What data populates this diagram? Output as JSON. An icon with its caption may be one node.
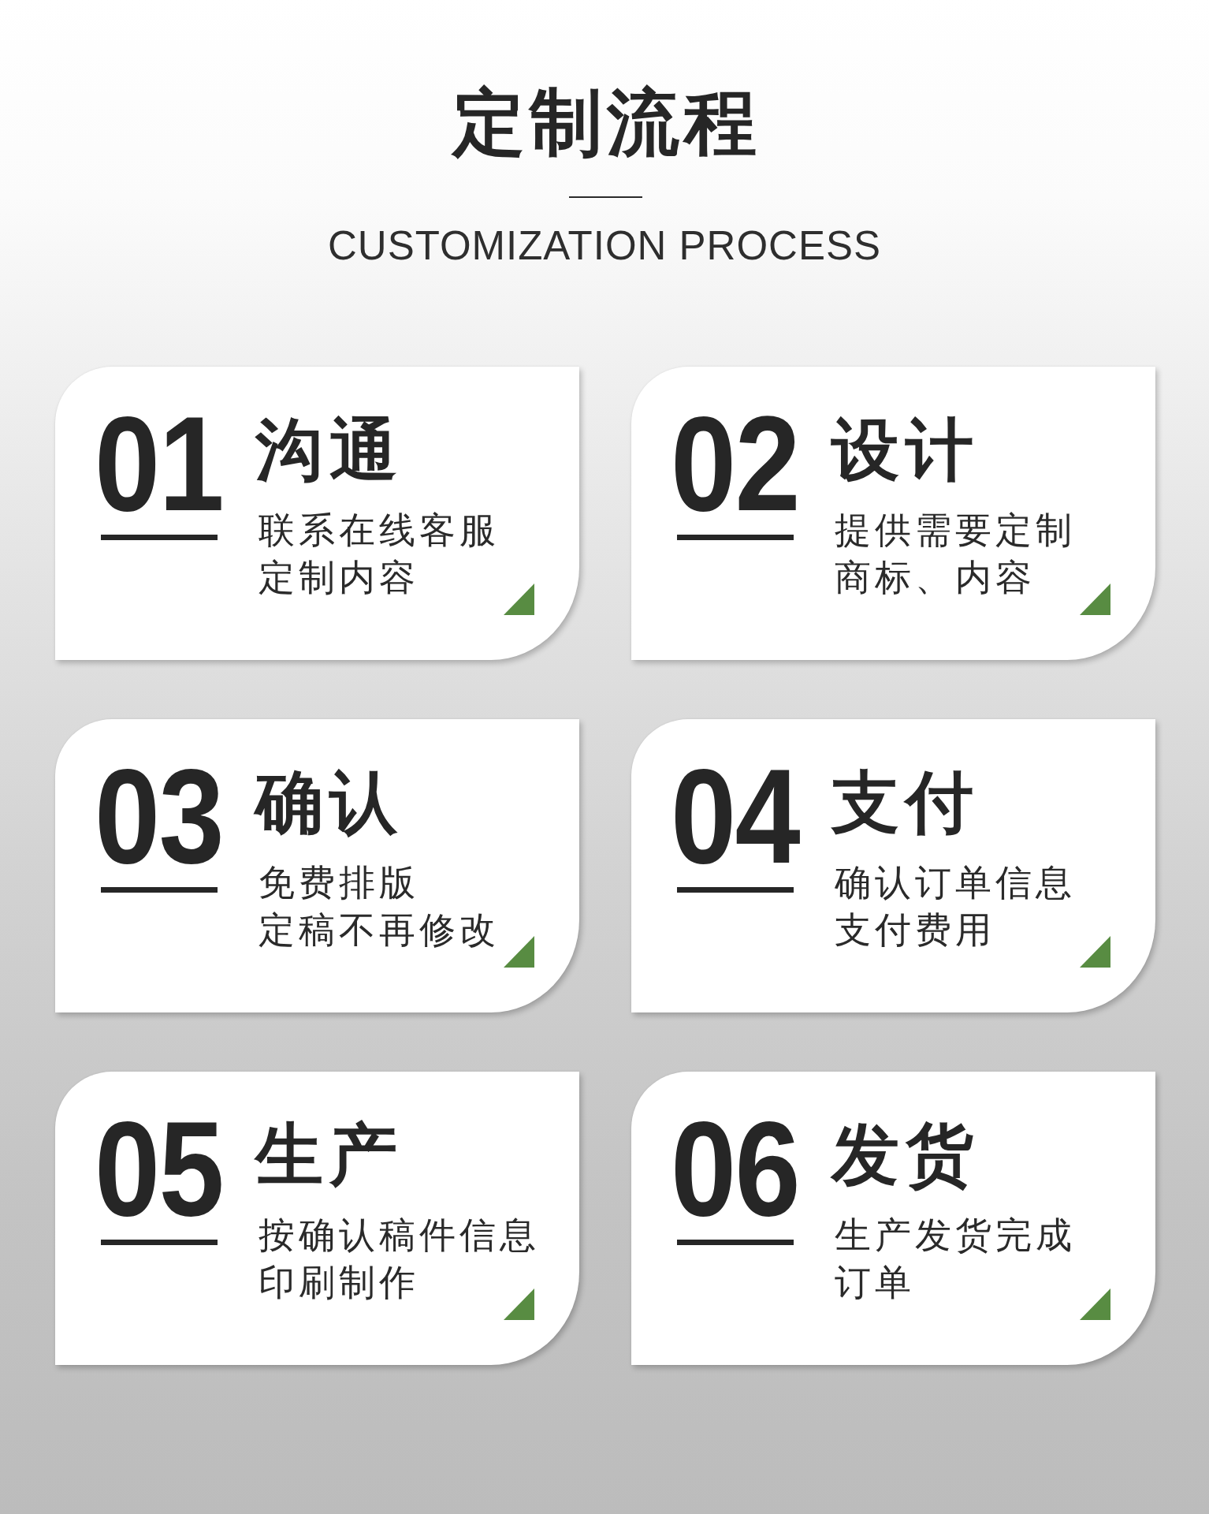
{
  "diagram": {
    "title": "定制流程",
    "nodes": [
      {
        "text": [
          "01",
          "沟通",
          "联系在线客服",
          "定制内容"
        ]
      },
      {
        "text": [
          "02",
          "设计",
          "提供需要定制",
          "商标、内容"
        ]
      },
      {
        "text": [
          "03",
          "确认",
          "免费排版",
          "定稿不再修改"
        ]
      },
      {
        "text": [
          "04",
          "支付",
          "确认订单信息",
          "支付费用"
        ]
      },
      {
        "text": [
          "05",
          "生产",
          "按确认稿件信息",
          "印刷制作"
        ]
      },
      {
        "text": [
          "06",
          "发货",
          "生产发货完成",
          "订单"
        ]
      }
    ],
    "labels": [
      "CUSTOMIZATION PROCESS"
    ]
  }
}
